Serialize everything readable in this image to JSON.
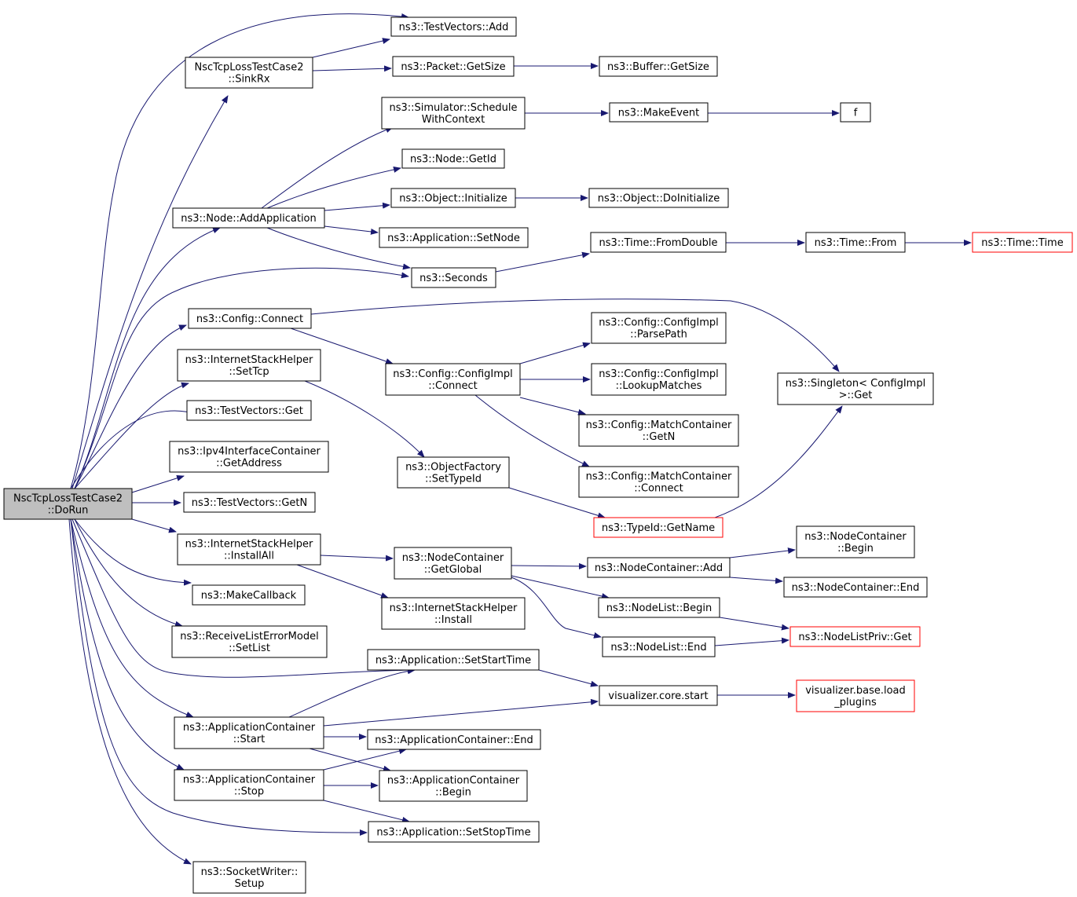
{
  "colors": {
    "edge": "#191970",
    "node_border": "#000000",
    "truncated_border": "#ff0000",
    "root_fill": "#bfbfbf"
  },
  "nodes": {
    "root": [
      "NscTcpLossTestCase2",
      "::DoRun"
    ],
    "sinkrx": [
      "NscTcpLossTestCase2",
      "::SinkRx"
    ],
    "tv_add": [
      "ns3::TestVectors::Add"
    ],
    "packet_getsize": [
      "ns3::Packet::GetSize"
    ],
    "buffer_getsize": [
      "ns3::Buffer::GetSize"
    ],
    "schedule_with_context": [
      "ns3::Simulator::Schedule",
      "WithContext"
    ],
    "make_event": [
      "ns3::MakeEvent"
    ],
    "f": [
      "f"
    ],
    "node_getid": [
      "ns3::Node::GetId"
    ],
    "object_initialize": [
      "ns3::Object::Initialize"
    ],
    "object_doinitialize": [
      "ns3::Object::DoInitialize"
    ],
    "node_addapplication": [
      "ns3::Node::AddApplication"
    ],
    "application_setnode": [
      "ns3::Application::SetNode"
    ],
    "time_fromdouble": [
      "ns3::Time::FromDouble"
    ],
    "time_from": [
      "ns3::Time::From"
    ],
    "time_time": [
      "ns3::Time::Time"
    ],
    "seconds": [
      "ns3::Seconds"
    ],
    "config_connect": [
      "ns3::Config::Connect"
    ],
    "configimpl_parsepath": [
      "ns3::Config::ConfigImpl",
      "::ParsePath"
    ],
    "configimpl_lookupmatches": [
      "ns3::Config::ConfigImpl",
      "::LookupMatches"
    ],
    "configimpl_connect": [
      "ns3::Config::ConfigImpl",
      "::Connect"
    ],
    "singleton_get": [
      "ns3::Singleton< ConfigImpl",
      " >::Get"
    ],
    "ish_settcp": [
      "ns3::InternetStackHelper",
      "::SetTcp"
    ],
    "matchcontainer_getn": [
      "ns3::Config::MatchContainer",
      "::GetN"
    ],
    "tv_get": [
      "ns3::TestVectors::Get"
    ],
    "ipv4_getaddress": [
      "ns3::Ipv4InterfaceContainer",
      "::GetAddress"
    ],
    "objectfactory_settypeid": [
      "ns3::ObjectFactory",
      "::SetTypeId"
    ],
    "matchcontainer_connect": [
      "ns3::Config::MatchContainer",
      "::Connect"
    ],
    "tv_getn": [
      "ns3::TestVectors::GetN"
    ],
    "typeid_getname": [
      "ns3::TypeId::GetName"
    ],
    "nc_begin": [
      "ns3::NodeContainer",
      "::Begin"
    ],
    "ish_installall": [
      "ns3::InternetStackHelper",
      "::InstallAll"
    ],
    "nc_getglobal": [
      "ns3::NodeContainer",
      "::GetGlobal"
    ],
    "nc_add": [
      "ns3::NodeContainer::Add"
    ],
    "nc_end": [
      "ns3::NodeContainer::End"
    ],
    "make_callback": [
      "ns3::MakeCallback"
    ],
    "ish_install": [
      "ns3::InternetStackHelper",
      "::Install"
    ],
    "nodelist_begin": [
      "ns3::NodeList::Begin"
    ],
    "nodelistpriv_get": [
      "ns3::NodeListPriv::Get"
    ],
    "rlem_setlist": [
      "ns3::ReceiveListErrorModel",
      "::SetList"
    ],
    "nodelist_end": [
      "ns3::NodeList::End"
    ],
    "app_setstarttime": [
      "ns3::Application::SetStartTime"
    ],
    "visualizer_start": [
      "visualizer.core.start"
    ],
    "visualizer_load": [
      "visualizer.base.load",
      "_plugins"
    ],
    "ac_start": [
      "ns3::ApplicationContainer",
      "::Start"
    ],
    "ac_end": [
      "ns3::ApplicationContainer::End"
    ],
    "ac_stop": [
      "ns3::ApplicationContainer",
      "::Stop"
    ],
    "ac_begin": [
      "ns3::ApplicationContainer",
      "::Begin"
    ],
    "app_setstoptime": [
      "ns3::Application::SetStopTime"
    ],
    "socketwriter_setup": [
      "ns3::SocketWriter::",
      "Setup"
    ]
  }
}
